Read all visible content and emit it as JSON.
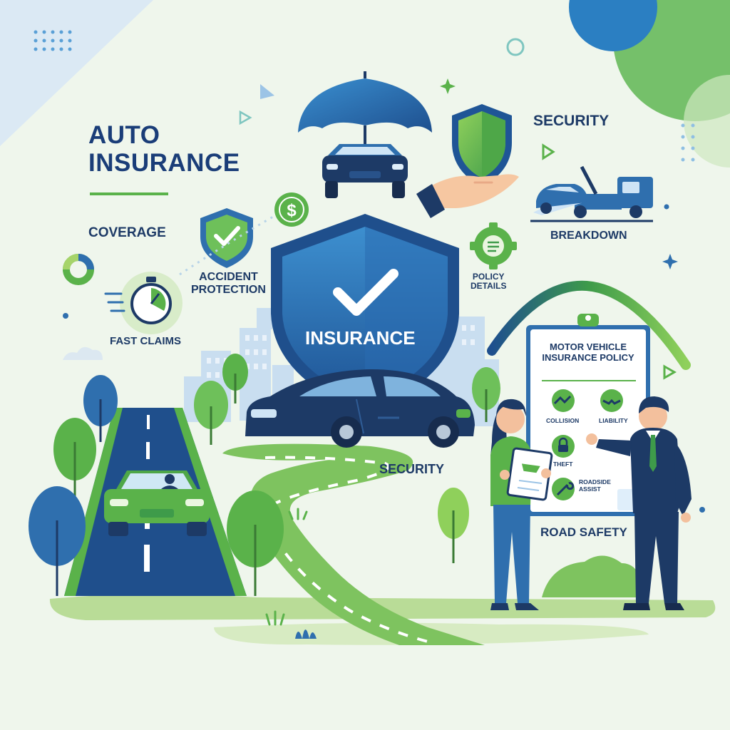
{
  "title": {
    "line1": "AUTO",
    "line2": "INSURANCE"
  },
  "labels": {
    "coverage": "COVERAGE",
    "accident_line1": "ACCIDENT",
    "accident_line2": "PROTECTION",
    "fast_claims": "FAST CLAIMS",
    "security_top": "SECURITY",
    "breakdown": "BREAKDOWN",
    "policy_line1": "POLICY",
    "policy_line2": "DETAILS",
    "insurance": "INSURANCE",
    "security_mid": "SECURITY",
    "road_safety": "ROAD SAFETY"
  },
  "policy_board": {
    "title_line1": "MOTOR VEHICLE",
    "title_line2": "INSURANCE POLICY",
    "items": {
      "collision": "COLLISION",
      "liability": "LIABILITY",
      "theft": "THEFT",
      "roadside_line1": "ROADSIDE",
      "roadside_line2": "ASSIST"
    }
  },
  "icons": {
    "money": "$"
  },
  "colors": {
    "navy": "#1d3a66",
    "blue": "#2f6fae",
    "green": "#5ab24a",
    "light_green": "#a6d46a",
    "background": "#eff6ec"
  }
}
